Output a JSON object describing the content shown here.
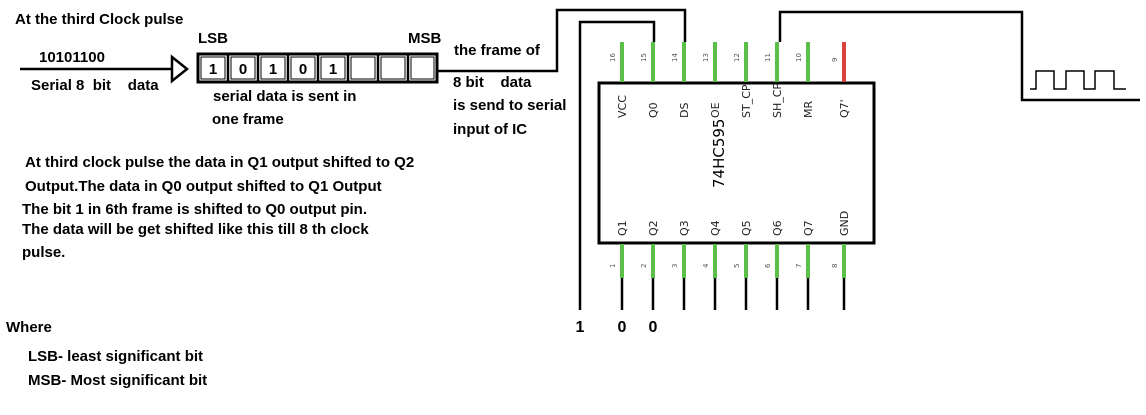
{
  "heading": "At the third Clock pulse",
  "input_label": {
    "serial_value": "10101100",
    "serial_caption": "Serial 8  bit    data"
  },
  "frame": {
    "lsb": "LSB",
    "msb": "MSB",
    "bits": [
      "1",
      "0",
      "1",
      "0",
      "1",
      "",
      "",
      ""
    ],
    "caption_line1": "serial data is sent in",
    "caption_line2": "one frame"
  },
  "frame_note": {
    "line1": "the frame of",
    "line2": "8 bit    data",
    "line3": "is send to serial",
    "line4": "input of IC"
  },
  "description": [
    "At third  clock pulse the data in Q1 output shifted to Q2",
    "Output.The data in Q0 output shifted to Q1 Output",
    "The bit 1 in 6th frame is shifted to Q0 output pin.",
    "The data will be get shifted like this till 8 th clock",
    "pulse."
  ],
  "legend": {
    "where": "Where",
    "lsb_def": "LSB- least significant bit",
    "msb_def": "MSB- Most significant bit"
  },
  "chip": {
    "name": "74HC595",
    "top_pins": [
      {
        "num": "16",
        "label": "VCC",
        "color": "#5cbf4a"
      },
      {
        "num": "15",
        "label": "Q0",
        "color": "#5cbf4a"
      },
      {
        "num": "14",
        "label": "DS",
        "color": "#5cbf4a"
      },
      {
        "num": "13",
        "label": "OE",
        "color": "#5cbf4a"
      },
      {
        "num": "12",
        "label": "ST_CP",
        "color": "#5cbf4a"
      },
      {
        "num": "11",
        "label": "SH_CP",
        "color": "#5cbf4a"
      },
      {
        "num": "10",
        "label": "MR",
        "color": "#5cbf4a"
      },
      {
        "num": "9",
        "label": "Q7'",
        "color": "#d9413b"
      }
    ],
    "bottom_pins": [
      {
        "num": "1",
        "label": "Q1",
        "color": "#5cbf4a"
      },
      {
        "num": "2",
        "label": "Q2",
        "color": "#5cbf4a"
      },
      {
        "num": "3",
        "label": "Q3",
        "color": "#5cbf4a"
      },
      {
        "num": "4",
        "label": "Q4",
        "color": "#5cbf4a"
      },
      {
        "num": "5",
        "label": "Q5",
        "color": "#5cbf4a"
      },
      {
        "num": "6",
        "label": "Q6",
        "color": "#5cbf4a"
      },
      {
        "num": "7",
        "label": "Q7",
        "color": "#5cbf4a"
      },
      {
        "num": "8",
        "label": "GND",
        "color": "#5cbf4a"
      }
    ]
  },
  "output_bits": [
    "1",
    "0",
    "0"
  ]
}
